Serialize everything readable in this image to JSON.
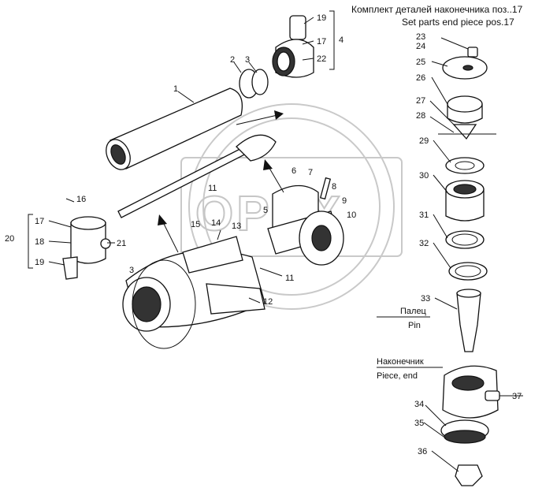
{
  "header": {
    "line1": "Комплект деталей наконечника поз..17",
    "line2": "Set parts end piece pos.17"
  },
  "watermark": "ОРЕХ",
  "notes": {
    "pin_ru": "Палец",
    "pin_en": "Pin",
    "end_ru": "Наконечник",
    "end_en": "Piece, end"
  },
  "callouts": [
    "1",
    "2",
    "3",
    "4",
    "5",
    "6",
    "7",
    "8",
    "9",
    "10",
    "11",
    "11",
    "12",
    "13",
    "14",
    "15",
    "16",
    "17",
    "17",
    "18",
    "19",
    "19",
    "20",
    "21",
    "22",
    "23",
    "24",
    "25",
    "26",
    "27",
    "28",
    "29",
    "30",
    "31",
    "32",
    "33",
    "34",
    "35",
    "36",
    "37",
    "3"
  ]
}
